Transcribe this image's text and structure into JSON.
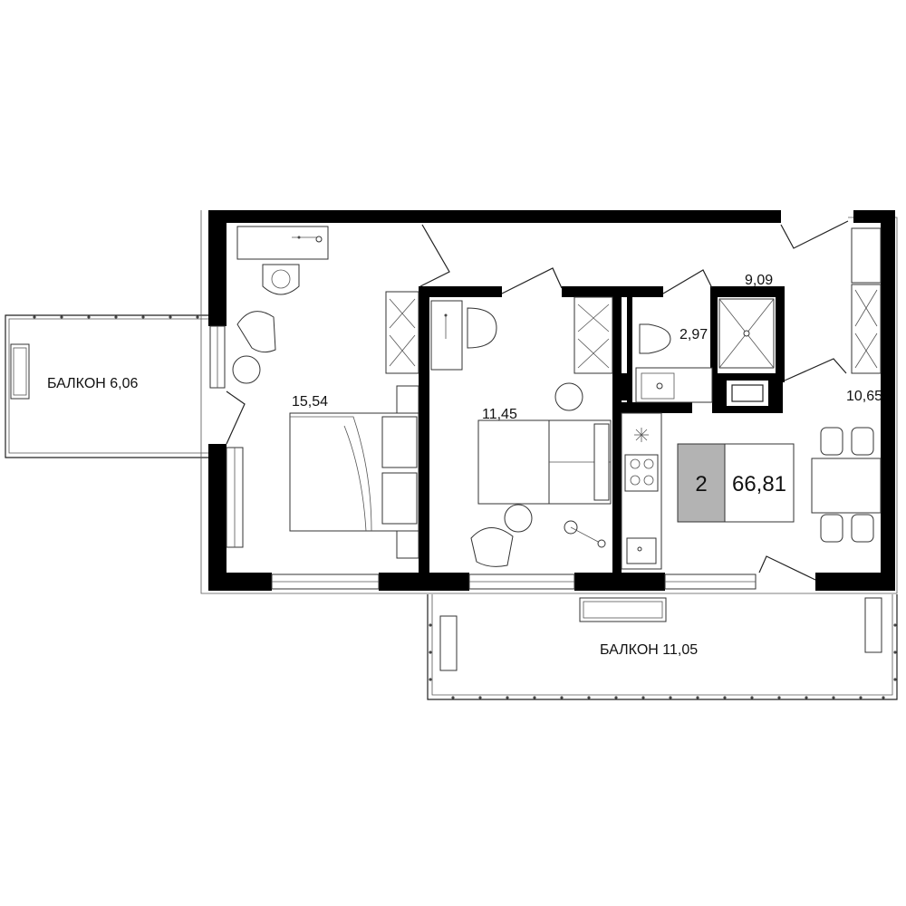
{
  "rooms": {
    "balcony_left": "БАЛКОН 6,06",
    "balcony_bottom": "БАЛКОН 11,05",
    "bedroom": "15,54",
    "room2": "11,45",
    "wc": "2,97",
    "bathroom": "9,09",
    "kitchen_living": "10,65"
  },
  "badge": {
    "rooms_count": "2",
    "total_area": "66,81",
    "accent_color": "#b3b3b3"
  }
}
